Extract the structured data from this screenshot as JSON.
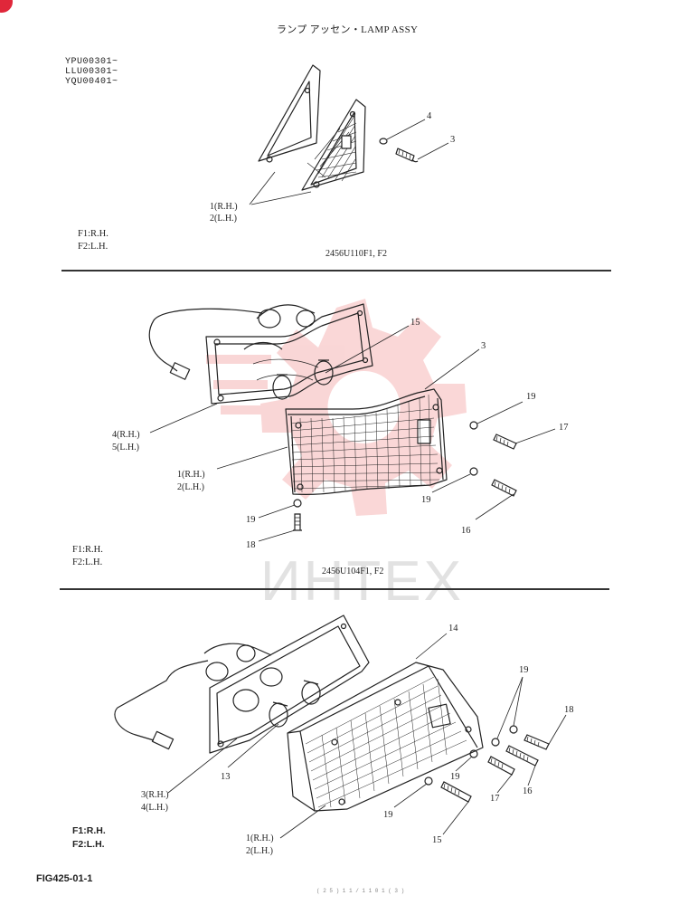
{
  "page": {
    "title": "ランプ アッセン・LAMP ASSY",
    "figure_number": "FIG425-01-1",
    "footer_code": "( 2 5 ) 1 1 / 1 1 0 1 ( 3 )",
    "watermark": "ИНТЕХ",
    "colors": {
      "ink": "#222222",
      "watermark": "#f0a0a0",
      "badge": "#e0273a"
    }
  },
  "serials": [
    "YPU00301~",
    "LLU00301~",
    "YQU00401~"
  ],
  "sections": [
    {
      "code": "2456U110F1, F2",
      "variants": [
        "F1:R.H.",
        "F2:L.H."
      ],
      "callouts": [
        "4",
        "3",
        "1(R.H.)",
        "2(L.H.)"
      ]
    },
    {
      "code": "2456U104F1, F2",
      "variants": [
        "F1:R.H.",
        "F2:L.H."
      ],
      "callouts": [
        "15",
        "3",
        "19",
        "17",
        "4(R.H.)",
        "5(L.H.)",
        "1(R.H.)",
        "2(L.H.)",
        "19",
        "16",
        "19",
        "18"
      ]
    },
    {
      "code": "",
      "variants": [
        "F1:R.H.",
        "F2:L.H."
      ],
      "callouts": [
        "14",
        "19",
        "18",
        "13",
        "19",
        "17",
        "16",
        "3(R.H.)",
        "4(L.H.)",
        "19",
        "15",
        "1(R.H.)",
        "2(L.H.)"
      ]
    }
  ]
}
